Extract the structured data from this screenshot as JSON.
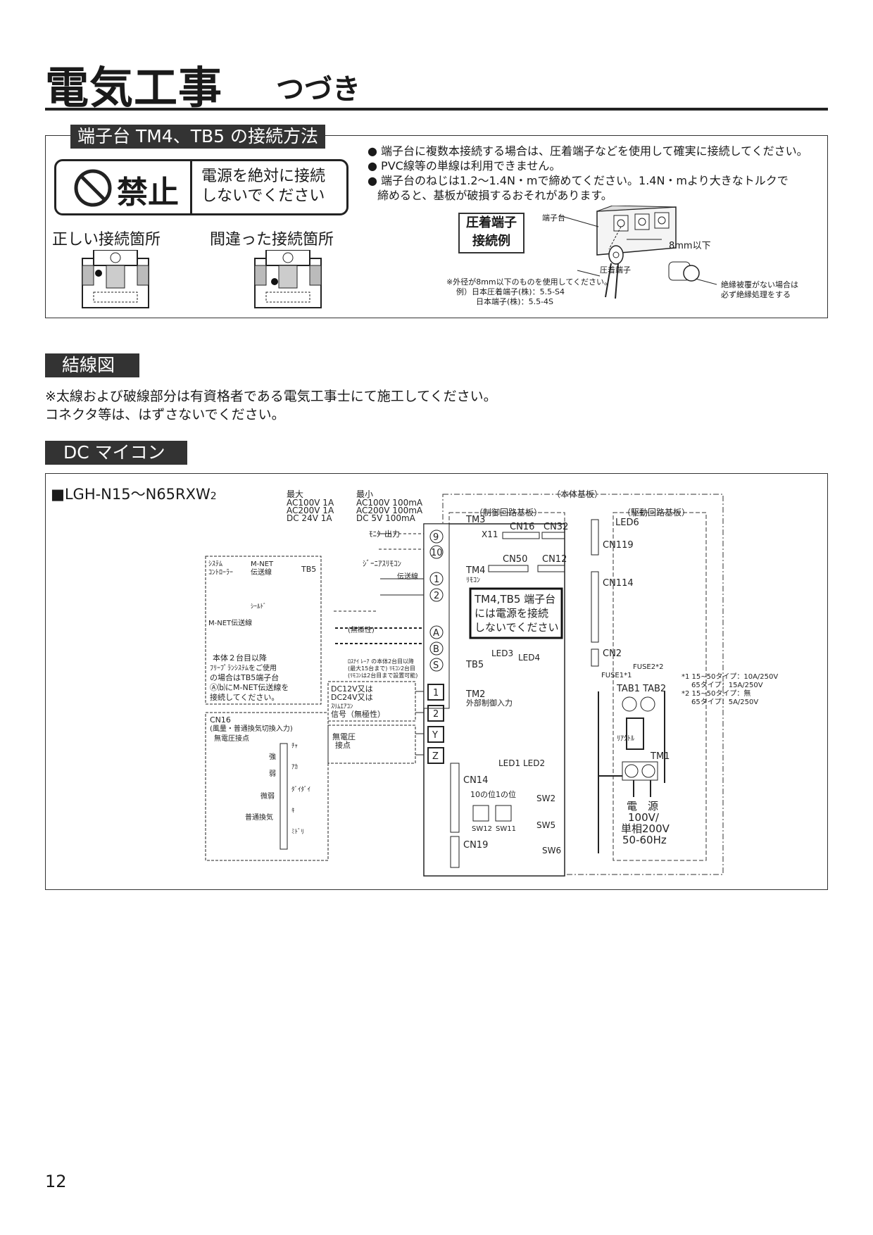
{
  "header": {
    "title": "電気工事",
    "subtitle": "つづき"
  },
  "tm_section": {
    "heading": "端子台 TM4、TB5 の接続方法",
    "prohibit": {
      "label": "禁止",
      "warning_line1": "電源を絶対に接続",
      "warning_line2": "しないでください"
    },
    "correct_label": "正しい接続箇所",
    "wrong_label": "間違った接続箇所",
    "bullets": [
      "端子台に複数本接続する場合は、圧着端子などを使用して確実に接続してください。",
      "PVC線等の単線は利用できません。",
      "端子台のねじは1.2～1.4N・mで締めてください。1.4N・mより大きなトルクで",
      "締めると、基板が破損するおそれがあります。"
    ],
    "crimp_title_1": "圧着端子",
    "crimp_title_2": "接続例",
    "label_terminal_block": "端子台",
    "label_8mm": "8mm以下",
    "label_crimp": "圧着端子",
    "note_1": "※外径が8mm以下のものを使用してください。",
    "note_2": "例）日本圧着端子(株)：5.5-S4",
    "note_3": "日本端子(株)：5.5-4S",
    "insulation_1": "絶縁被覆がない場合は",
    "insulation_2": "必ず絶縁処理をする"
  },
  "wiring": {
    "heading": "結線図",
    "note_1": "※太線および破線部分は有資格者である電気工事士にて施工してください。",
    "note_2": "コネクタ等は、はずさないでください。"
  },
  "dc": {
    "heading": "DC マイコン",
    "model": "■LGH-N15～N65RXW",
    "model_sub": "2",
    "max_label": "最大",
    "max_lines": [
      "AC100V  1A",
      "AC200V  1A",
      "DC 24V   1A"
    ],
    "min_label": "最小",
    "min_lines": [
      "AC100V  100mA",
      "AC200V  100mA",
      "DC 5V     100mA"
    ],
    "main_board": "（本体基板）",
    "control_board": "（制御回路基板）",
    "drive_board": "（駆動回路基板）",
    "monitor_output": "ﾓﾆﾀｰ出力",
    "tm3": "TM3",
    "x11": "X11",
    "cn16": "CN16",
    "cn32": "CN32",
    "cn50": "CN50",
    "cn12": "CN12",
    "tm4": "TM4",
    "remocon": "ﾘﾓｺﾝ",
    "led6": "LED6",
    "cn119": "CN119",
    "cn114": "CN114",
    "cn2": "CN2",
    "fuse1": "FUSE1*1",
    "fuse2": "FUSE2*2",
    "fuse_note": [
      "*1  15~50タイプ：10A/250V",
      "65タイプ：15A/250V",
      "*2  15~50タイプ：無",
      "65タイプ：5A/250V"
    ],
    "tab": "TAB1 TAB2",
    "tm1": "TM1",
    "reactor": "ﾘｱｸﾄﾙ",
    "power": [
      "電　源",
      "100V/",
      "単相200V",
      "50-60Hz"
    ],
    "warn_box": [
      "TM4,TB5 端子台",
      "には電源を接続",
      "しないでください"
    ],
    "jr_remote": "ｼﾞｰﾆｱｽﾘﾓｺﾝ",
    "transmission": "伝送線",
    "nonpolar": "(無極性)",
    "system_ctrl": [
      "ｼｽﾃﾑ",
      "ｺﾝﾄﾛｰﾗｰ"
    ],
    "mnet": [
      "M-NET",
      "伝送線"
    ],
    "tb5": "TB5",
    "shield": "ｼｰﾙﾄﾞ",
    "mnet2": "M-NET伝送線",
    "second_unit": [
      "本体２台目以降",
      "ﾌﾘｰﾌﾟﾗﾝｼｽﾃﾑをご使用",
      "の場合はTB5端子台",
      "Ⓐ⒝にM-NET伝送線を",
      "接続してください。"
    ],
    "lossnay_note": [
      "ﾛｽﾅｲ ﾚｰｱ の本体2台目以降",
      "(最大15台まで) ﾘﾓｺﾝ2台目",
      "(ﾘﾓｺﾝは2台目まで設置可能)"
    ],
    "dc_signal": [
      "DC12V又は",
      "DC24V又は",
      "ｽﾘﾑｴｱｺﾝ",
      "信号（無極性）"
    ],
    "nonvolt": [
      "無電圧",
      "接点"
    ],
    "tm2": [
      "TM2",
      "外部制御入力"
    ],
    "tb5_label": "TB5",
    "led3": "LED3",
    "led4": "LED4",
    "led12": "LED1 LED2",
    "cn14": "CN14",
    "sw2": "SW2",
    "sw5": "SW5",
    "sw6": "SW6",
    "digit10": "10の位",
    "digit1": "1の位",
    "sw12": "SW12",
    "sw11": "SW11",
    "cn19": "CN19",
    "cn16_box": [
      "CN16",
      "(風量・普通換気切換入力)",
      "無電圧接点"
    ],
    "speeds": [
      "強",
      "弱",
      "微弱",
      "普通換気"
    ],
    "wire_colors": [
      "ﾁｬ",
      "ｱｶ",
      "ﾀﾞｲﾀﾞｲ",
      "ｷ",
      "ﾐﾄﾞﾘ"
    ],
    "terms": [
      "9",
      "10",
      "1",
      "2",
      "A",
      "B",
      "S",
      "1",
      "2",
      "Y",
      "Z"
    ]
  },
  "page_number": "12"
}
